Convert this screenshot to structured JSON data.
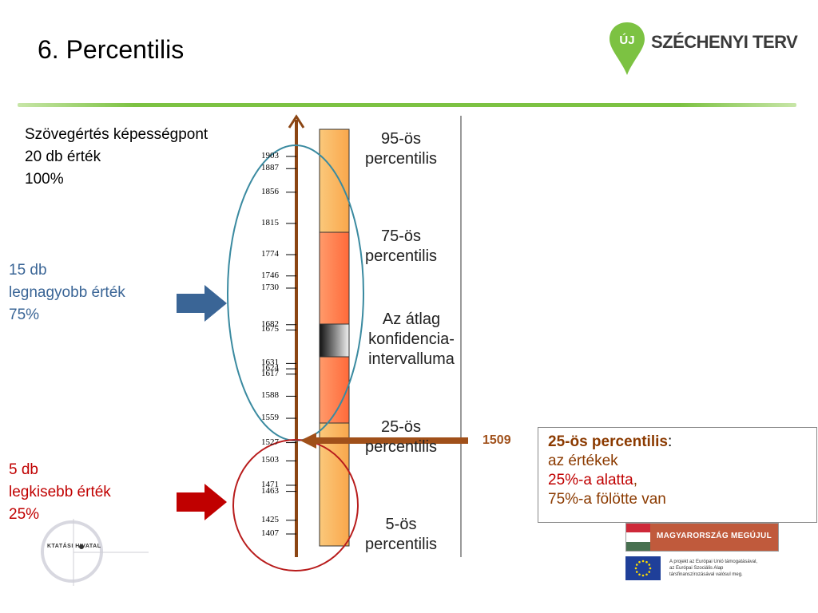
{
  "title": "6. Percentilis",
  "logo": {
    "icon_text": "ÚJ",
    "name": "SZÉCHENYI TERV",
    "green": "#7cc242"
  },
  "left_text": {
    "top_lines": [
      "Szövegértés képességpont",
      "20 db érték",
      "100%"
    ],
    "upper_group": [
      "15 db",
      "legnagyobb érték",
      "75%"
    ],
    "lower_group": [
      "5 db",
      "legkisebb érték",
      "25%"
    ]
  },
  "scale": {
    "ticks": [
      1903,
      1887,
      1856,
      1815,
      1774,
      1746,
      1730,
      1682,
      1675,
      1631,
      1624,
      1617,
      1588,
      1559,
      1527,
      1503,
      1471,
      1463,
      1425,
      1407
    ],
    "marker_value": "1509",
    "axis_color": "#8b4513"
  },
  "bands": [
    {
      "label": [
        "95-ös",
        "percentilis"
      ],
      "color": "#fbbf6e"
    },
    {
      "label": [
        "75-ös",
        "percentilis"
      ],
      "color": "#ff7f50"
    },
    {
      "label": [
        "Az átlag",
        "konfidencia-",
        "intervalluma"
      ],
      "color": "#333333"
    },
    {
      "label": [
        "25-ös",
        "percentilis"
      ],
      "color": "#ff7f50"
    },
    {
      "label": [
        "5-ös",
        "percentilis"
      ],
      "color": "#fbbf6e"
    }
  ],
  "callout": {
    "heading": "25-ös percentilis",
    "colon": ":",
    "line1": "az értékek",
    "line2_red": "25%-a alatta",
    "line2_comma": ",",
    "line3": "75%-a fölötte van"
  },
  "footer": {
    "org_name": "KTATÁSI HIVATAL",
    "flag_banner": "MAGYARORSZÁG MEGÚJUL",
    "eu_text": [
      "A projekt az Európai Unió támogatásával,",
      "az Európai Szociális Alap",
      "társfinanszírozásával valósul meg."
    ]
  },
  "colors": {
    "blue_arrow": "#3a6596",
    "red_arrow": "#c00000",
    "ellipse_blue": "#3a8aa0",
    "ellipse_red": "#b81c1c",
    "callout_heading": "#8b3a00"
  }
}
